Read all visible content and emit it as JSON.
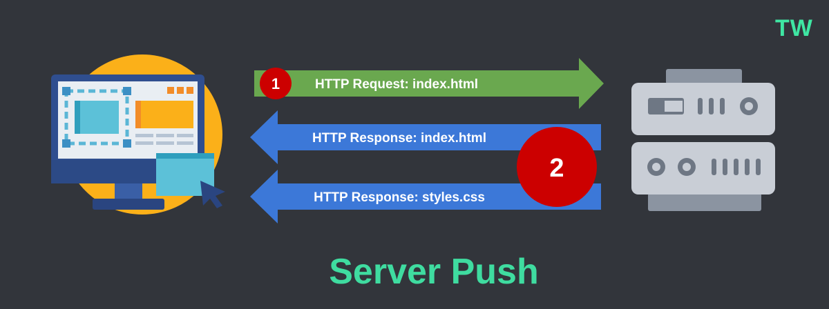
{
  "brand": {
    "logo_text": "TW"
  },
  "diagram": {
    "title": "Server Push",
    "steps": [
      {
        "number": "1",
        "label": "HTTP Request: index.html",
        "direction": "client-to-server",
        "color": "#6aa84f"
      },
      {
        "number": "2",
        "label": "HTTP Response: index.html",
        "direction": "server-to-client",
        "color": "#3c78d8"
      },
      {
        "number": "2",
        "label": "HTTP Response: styles.css",
        "direction": "server-to-client",
        "color": "#3c78d8"
      }
    ],
    "badges": [
      "1",
      "2"
    ],
    "nodes": {
      "client_icon": "desktop-computer-icon",
      "server_icon": "server-rack-icon"
    }
  },
  "colors": {
    "background": "#32353b",
    "accent": "#3fdca0",
    "badge": "#cc0000",
    "client_circle": "#fbb019"
  }
}
